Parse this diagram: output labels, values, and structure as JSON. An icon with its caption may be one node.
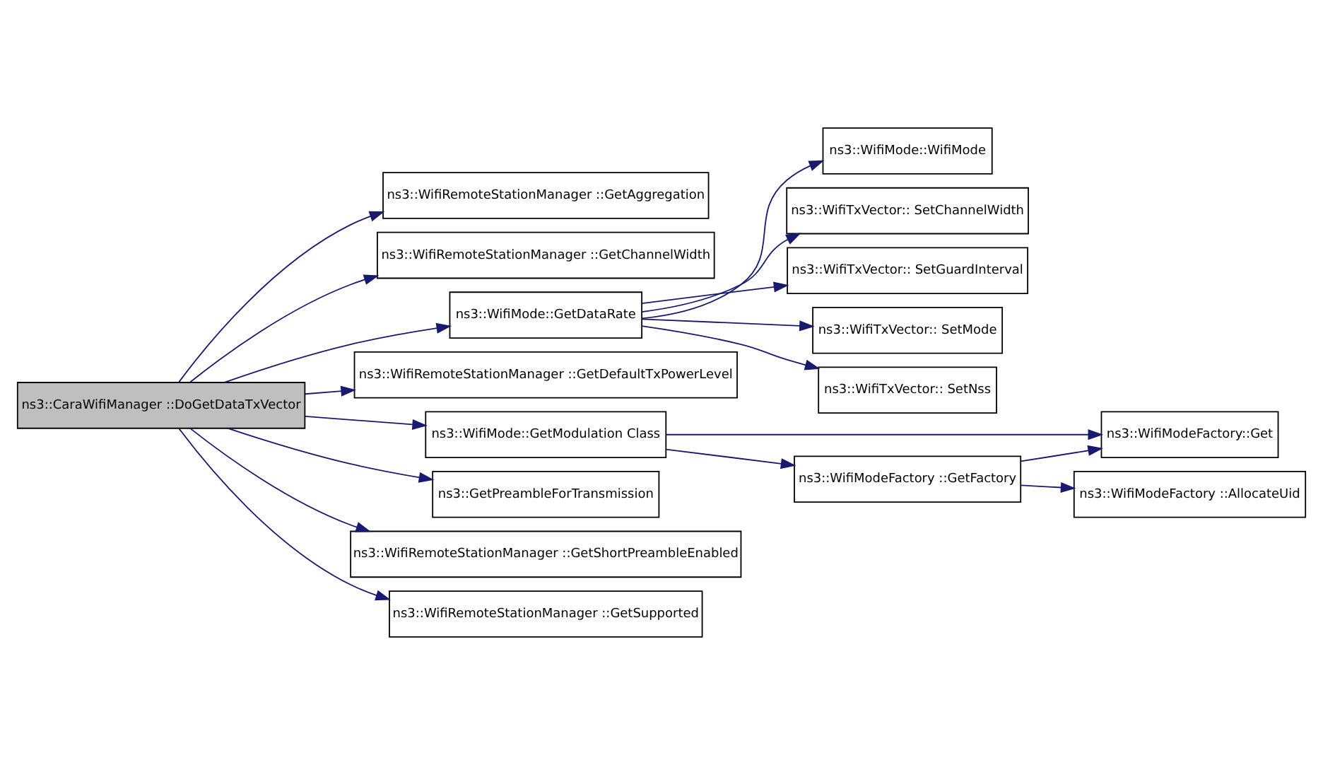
{
  "diagram": {
    "nodes": [
      {
        "text": [
          "ns3::CaraWifiManager ::DoGetDataTxVector"
        ]
      },
      {
        "text": [
          "ns3::WifiRemoteStationManager ::GetAggregation"
        ]
      },
      {
        "text": [
          "ns3::WifiRemoteStationManager ::GetChannelWidth"
        ]
      },
      {
        "text": [
          "ns3::WifiMode::GetDataRate"
        ]
      },
      {
        "text": [
          "ns3::WifiRemoteStationManager ::GetDefaultTxPowerLevel"
        ]
      },
      {
        "text": [
          "ns3::WifiMode::GetModulation Class"
        ]
      },
      {
        "text": [
          "ns3::GetPreambleForTransmission"
        ]
      },
      {
        "text": [
          "ns3::WifiRemoteStationManager ::GetShortPreambleEnabled"
        ]
      },
      {
        "text": [
          "ns3::WifiRemoteStationManager ::GetSupported"
        ]
      },
      {
        "text": [
          "ns3::WifiMode::WifiMode"
        ]
      },
      {
        "text": [
          "ns3::WifiTxVector:: SetChannelWidth"
        ]
      },
      {
        "text": [
          "ns3::WifiTxVector:: SetGuardInterval"
        ]
      },
      {
        "text": [
          "ns3::WifiTxVector:: SetMode"
        ]
      },
      {
        "text": [
          "ns3::WifiTxVector:: SetNss"
        ]
      },
      {
        "text": [
          "ns3::WifiModeFactory::Get"
        ]
      },
      {
        "text": [
          "ns3::WifiModeFactory ::GetFactory"
        ]
      },
      {
        "text": [
          "ns3::WifiModeFactory ::AllocateUid"
        ]
      }
    ],
    "edges": [
      {
        "from": 0,
        "to": 1,
        "arrow": "to"
      },
      {
        "from": 0,
        "to": 2,
        "arrow": "to"
      },
      {
        "from": 0,
        "to": 3,
        "arrow": "to"
      },
      {
        "from": 0,
        "to": 4,
        "arrow": "to"
      },
      {
        "from": 0,
        "to": 5,
        "arrow": "to"
      },
      {
        "from": 0,
        "to": 6,
        "arrow": "to"
      },
      {
        "from": 0,
        "to": 7,
        "arrow": "to"
      },
      {
        "from": 0,
        "to": 8,
        "arrow": "to"
      },
      {
        "from": 3,
        "to": 9,
        "arrow": "to"
      },
      {
        "from": 3,
        "to": 10,
        "arrow": "to"
      },
      {
        "from": 3,
        "to": 11,
        "arrow": "to"
      },
      {
        "from": 3,
        "to": 12,
        "arrow": "to"
      },
      {
        "from": 3,
        "to": 13,
        "arrow": "to"
      },
      {
        "from": 5,
        "to": 14,
        "arrow": "to"
      },
      {
        "from": 5,
        "to": 15,
        "arrow": "to"
      },
      {
        "from": 15,
        "to": 14,
        "arrow": "to"
      },
      {
        "from": 15,
        "to": 16,
        "arrow": "to"
      }
    ]
  }
}
